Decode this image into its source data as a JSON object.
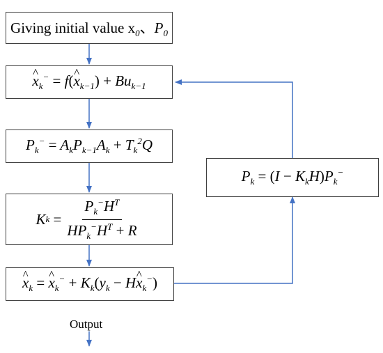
{
  "boxes": {
    "init": {
      "text": "Giving initial value x",
      "sym1": "0",
      "sep": "、",
      "p": "P",
      "sym2": "0"
    },
    "predict_state": {
      "label": "x̂k⁻ = f(x̂k−1) + Buk−1"
    },
    "predict_cov": {
      "label": "Pk⁻ = Ak Pk−1 Ak + Tk² Q"
    },
    "gain": {
      "label": "Kk = Pk⁻Hᵀ / (HPk⁻Hᵀ + R)"
    },
    "update_state": {
      "label": "x̂k = x̂k⁻ + Kk(yk − Hx̂k⁻)"
    },
    "update_cov": {
      "label": "Pk = (I − KkH)Pk⁻"
    }
  },
  "output_label": "Output",
  "colors": {
    "arrow": "#4472c4",
    "border": "#3f3f3f"
  }
}
